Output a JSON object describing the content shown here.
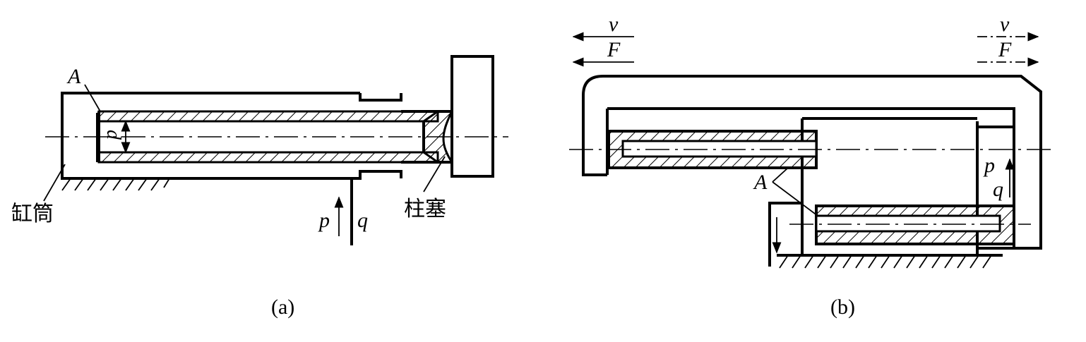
{
  "figure_a": {
    "caption": "(a)",
    "area_label": "A",
    "diameter_label": "d",
    "pressure_label": "p",
    "flow_label": "q",
    "cylinder_label": "缸筒",
    "plunger_label": "柱塞"
  },
  "figure_b": {
    "caption": "(b)",
    "area_label": "A",
    "pressure_label": "p",
    "flow_label": "q",
    "velocity_left": "v",
    "force_left": "F",
    "velocity_right": "v",
    "force_right": "F"
  }
}
